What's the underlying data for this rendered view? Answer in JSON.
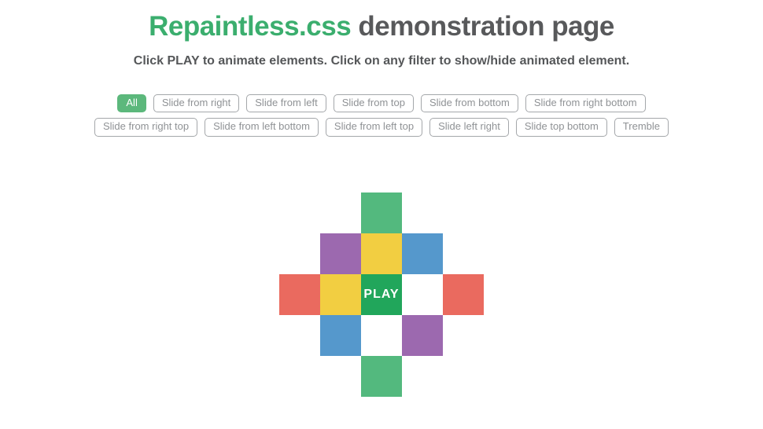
{
  "page": {
    "title_highlight": "Repaintless.css",
    "title_rest": " demonstration page",
    "subtitle": "Click PLAY to animate elements. Click on any filter to show/hide animated element."
  },
  "colors": {
    "accent-green": "#3bae6e",
    "title-gray": "#58595b",
    "subtitle-gray": "#555759",
    "button-gray": "#8f9295",
    "button-border": "#a4a7aa",
    "filter-active-bg": "#5cb87c",
    "tile-green": "#53b97e",
    "tile-play-green": "#21a65b",
    "tile-purple": "#9c69af",
    "tile-yellow": "#f2ce41",
    "tile-blue": "#5598cc",
    "tile-red": "#ea6a5f"
  },
  "filters": {
    "row1": [
      "All",
      "Slide from right",
      "Slide from left",
      "Slide from top",
      "Slide from bottom",
      "Slide from right bottom"
    ],
    "row2": [
      "Slide from right top",
      "Slide from left bottom",
      "Slide from left top",
      "Slide left right",
      "Slide top bottom",
      "Tremble"
    ]
  },
  "grid": {
    "play_label": "PLAY",
    "tiles": [
      {
        "row": 1,
        "col": 3,
        "color": "green"
      },
      {
        "row": 2,
        "col": 2,
        "color": "purple"
      },
      {
        "row": 2,
        "col": 3,
        "color": "yellow"
      },
      {
        "row": 2,
        "col": 4,
        "color": "blue"
      },
      {
        "row": 3,
        "col": 1,
        "color": "red"
      },
      {
        "row": 3,
        "col": 2,
        "color": "yellow"
      },
      {
        "row": 3,
        "col": 3,
        "color": "play-green",
        "label": "PLAY"
      },
      {
        "row": 3,
        "col": 5,
        "color": "red"
      },
      {
        "row": 4,
        "col": 2,
        "color": "blue"
      },
      {
        "row": 4,
        "col": 4,
        "color": "purple"
      },
      {
        "row": 5,
        "col": 3,
        "color": "green"
      }
    ]
  }
}
